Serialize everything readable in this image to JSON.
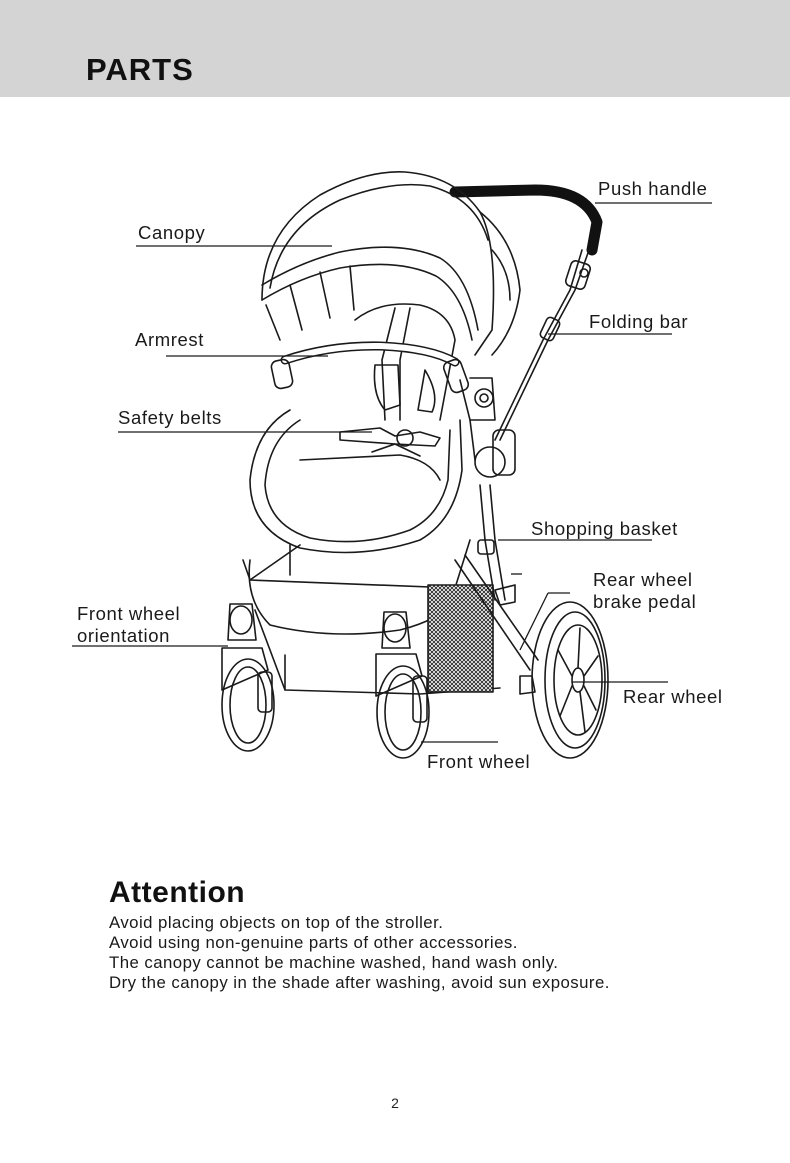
{
  "header": {
    "title": "PARTS"
  },
  "parts": {
    "push_handle": "Push handle",
    "canopy": "Canopy",
    "folding_bar": "Folding bar",
    "armrest": "Armrest",
    "safety_belts": "Safety belts",
    "shopping_basket": "Shopping basket",
    "rear_wheel_brake_line1": "Rear wheel",
    "rear_wheel_brake_line2": "brake pedal",
    "front_wheel_orientation_line1": "Front wheel",
    "front_wheel_orientation_line2": "orientation",
    "rear_wheel": "Rear wheel",
    "front_wheel": "Front wheel"
  },
  "attention": {
    "title": "Attention",
    "items": [
      "Avoid placing objects on top of the stroller.",
      "Avoid using non-genuine parts of other accessories.",
      "The canopy cannot be machine washed, hand wash only.",
      "Dry the canopy in the shade after washing, avoid sun exposure."
    ]
  },
  "footer": {
    "page_number": "2"
  },
  "colors": {
    "header_band": "#d4d4d4",
    "ink": "#1a1a1a"
  }
}
